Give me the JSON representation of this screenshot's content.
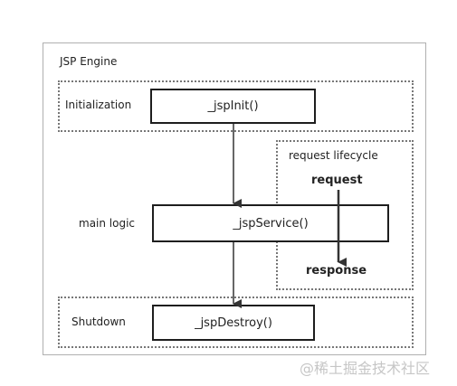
{
  "engine": {
    "title": "JSP Engine"
  },
  "initialization": {
    "label": "Initialization",
    "method": "_jspInit()"
  },
  "main": {
    "label": "main logic",
    "method": "_jspService()"
  },
  "lifecycle": {
    "title": "request lifecycle",
    "request": "request",
    "response": "response"
  },
  "shutdown": {
    "label": "Shutdown",
    "method": "_jspDestroy()"
  },
  "watermark": "@稀土掘金技术社区"
}
